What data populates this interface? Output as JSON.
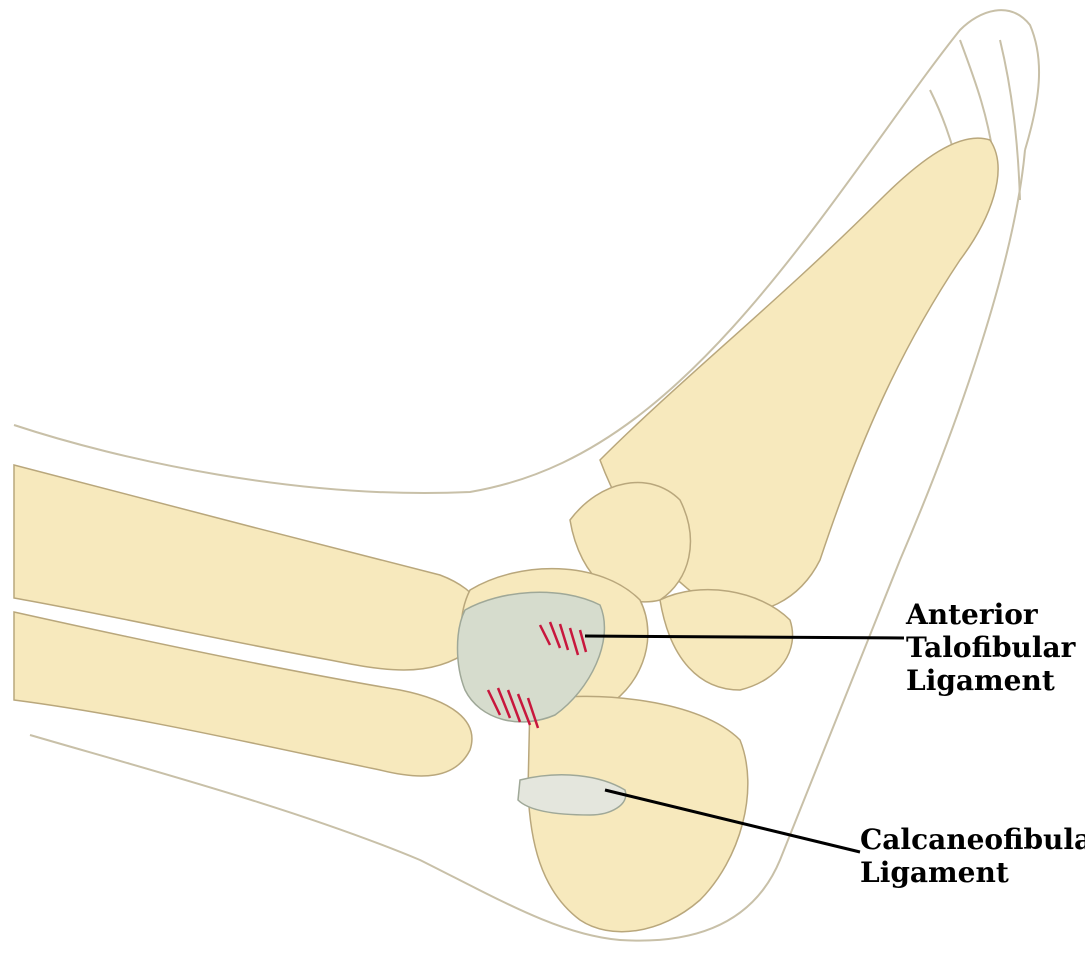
{
  "diagram": {
    "labels": [
      {
        "id": "anterior-talofibular",
        "lines": [
          "Anterior",
          "Talofibular",
          "Ligament"
        ]
      },
      {
        "id": "calcaneofibular",
        "lines": [
          "Calcaneofibular",
          "Ligament"
        ]
      }
    ],
    "colors": {
      "background": "#ffffff",
      "outline": "#c8c0a8",
      "bone_fill": "#f7e9bd",
      "bone_edge": "#b9a77c",
      "ligament_fill": "#d6dccd",
      "tear": "#c8173d",
      "leader_line": "#000000"
    }
  }
}
